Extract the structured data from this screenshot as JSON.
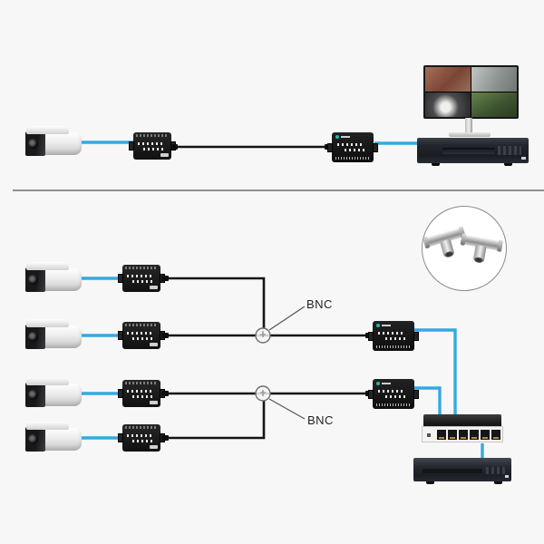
{
  "meta": {
    "background": "#f7f7f7",
    "cable_blue": "#35a9e1",
    "cable_black": "#141414",
    "divider_color": "#909090",
    "leader_color": "#555555"
  },
  "labels": {
    "bnc_top": "BNC",
    "bnc_bottom": "BNC"
  },
  "top_diagram": {
    "device_names": [
      "bullet-camera",
      "video-balun-transmitter",
      "video-balun-receiver",
      "dvr",
      "quad-view-monitor"
    ]
  },
  "bottom_diagram": {
    "camera_count": 4,
    "transmitter_count": 4,
    "receiver_count": 2,
    "junction_labels": [
      "BNC",
      "BNC"
    ],
    "device_names": [
      "bullet-camera",
      "video-balun-transmitter",
      "bnc-t-junction",
      "video-balun-receiver",
      "ethernet-switch-6-port",
      "nvr"
    ],
    "inset": "bnc-t-connectors-photo"
  }
}
